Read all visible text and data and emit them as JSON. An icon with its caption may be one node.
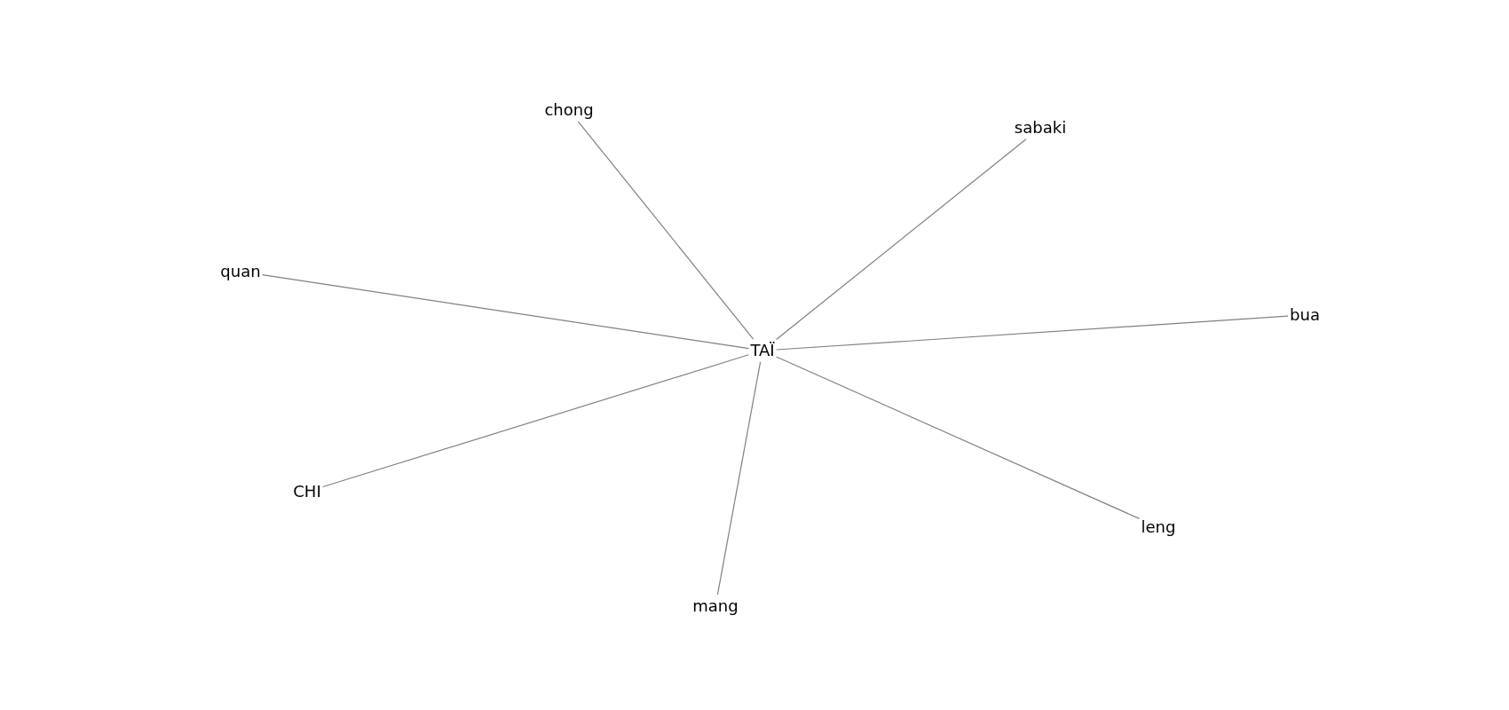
{
  "diagram": {
    "nodes": [
      {
        "text": [
          "chong"
        ]
      },
      {
        "text": [
          "sabaki"
        ]
      },
      {
        "text": [
          "quan"
        ]
      },
      {
        "text": [
          "bua"
        ]
      },
      {
        "text": [
          "TAÏ"
        ]
      },
      {
        "text": [
          "CHI"
        ]
      },
      {
        "text": [
          "leng"
        ]
      },
      {
        "text": [
          "mang"
        ]
      }
    ],
    "edges": [
      {
        "from": 4,
        "to": 0,
        "arrow": "none"
      },
      {
        "from": 4,
        "to": 1,
        "arrow": "none"
      },
      {
        "from": 4,
        "to": 2,
        "arrow": "none"
      },
      {
        "from": 4,
        "to": 3,
        "arrow": "none"
      },
      {
        "from": 4,
        "to": 5,
        "arrow": "none"
      },
      {
        "from": 4,
        "to": 6,
        "arrow": "none"
      },
      {
        "from": 4,
        "to": 7,
        "arrow": "none"
      }
    ]
  }
}
